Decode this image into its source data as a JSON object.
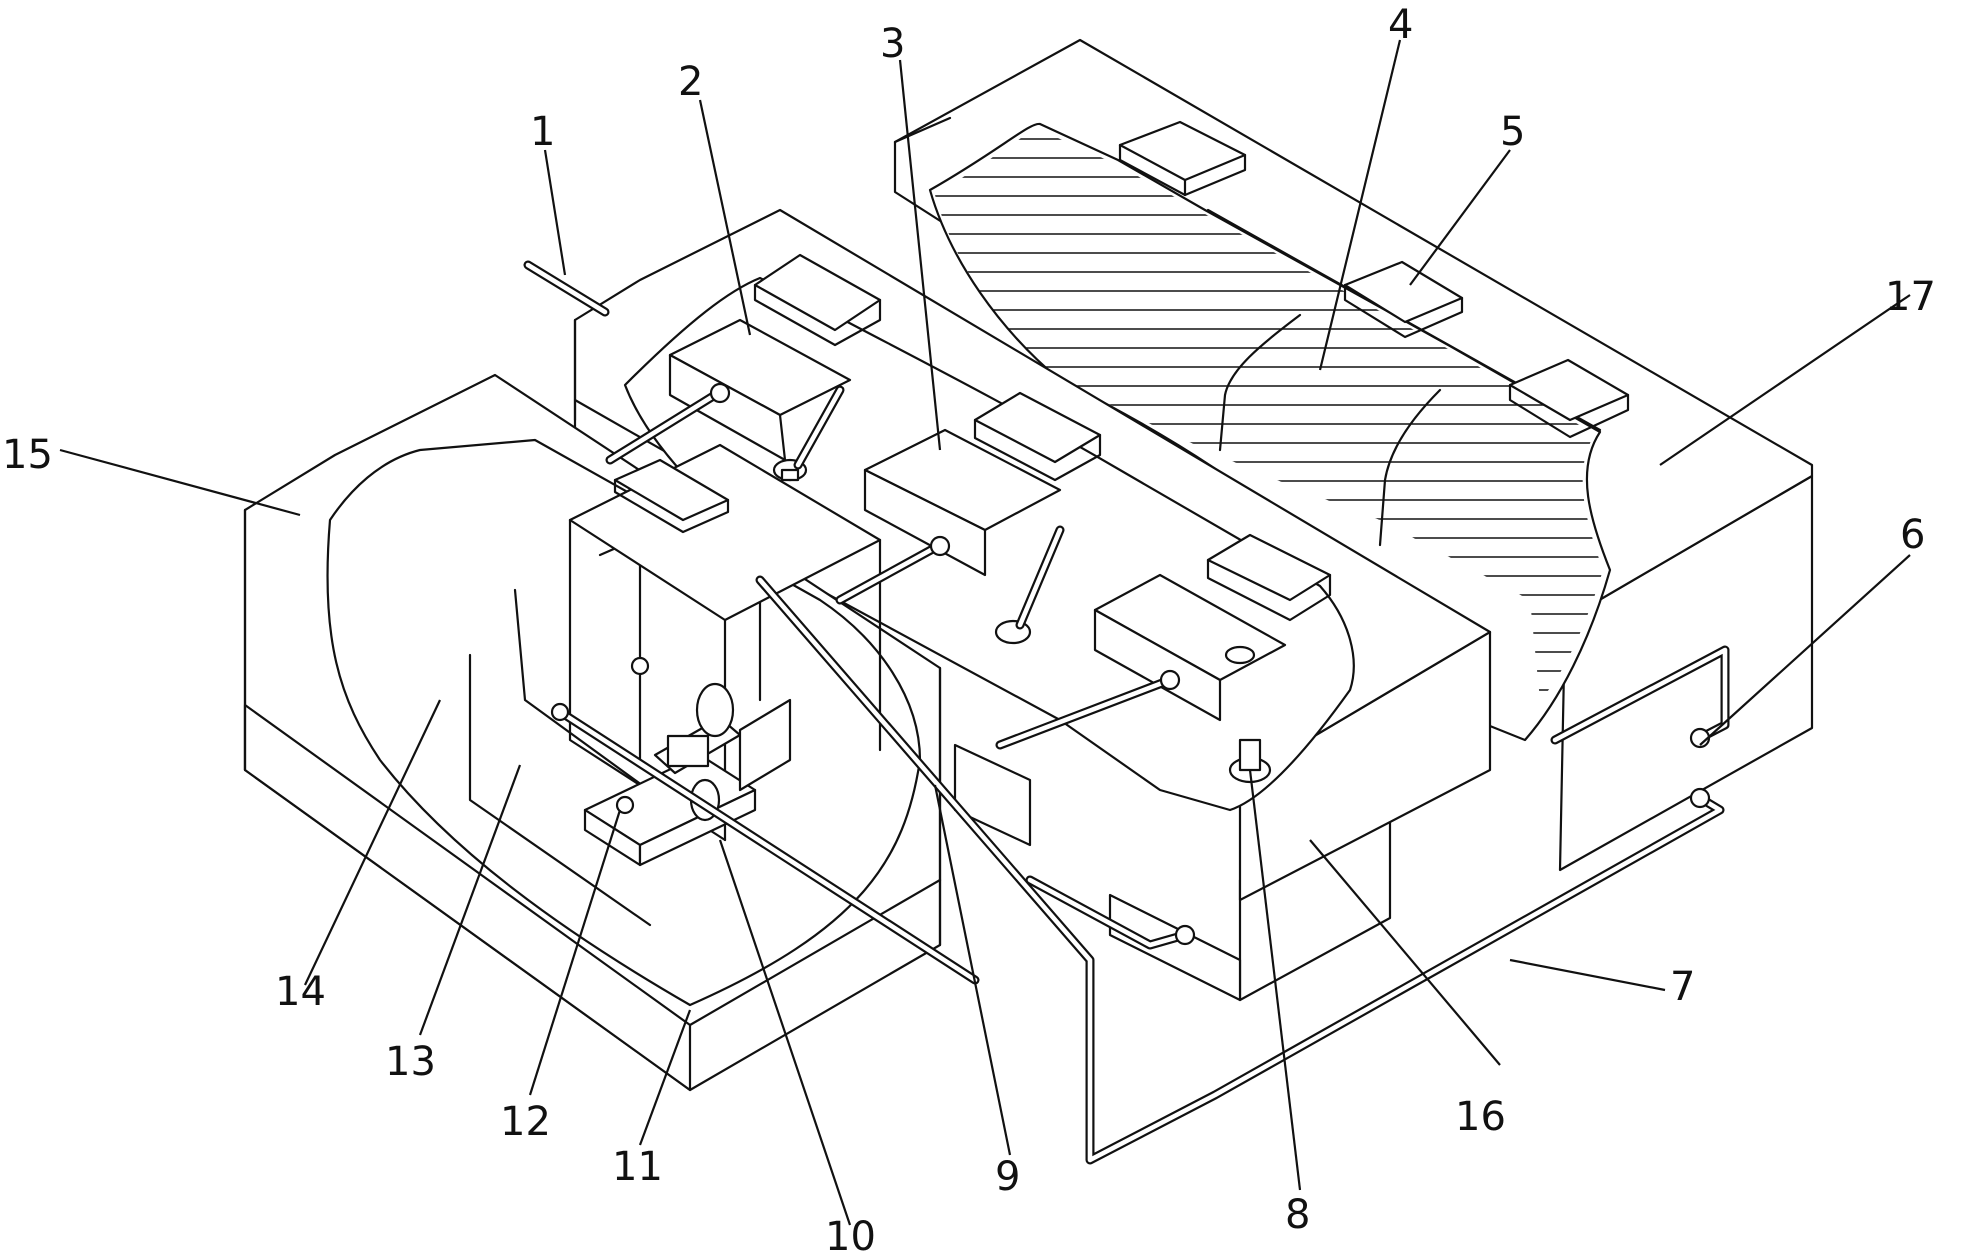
{
  "figure": {
    "callouts": [
      {
        "id": "c1",
        "text": "1"
      },
      {
        "id": "c2",
        "text": "2"
      },
      {
        "id": "c3",
        "text": "3"
      },
      {
        "id": "c4",
        "text": "4"
      },
      {
        "id": "c5",
        "text": "5"
      },
      {
        "id": "c6",
        "text": "6"
      },
      {
        "id": "c7",
        "text": "7"
      },
      {
        "id": "c8",
        "text": "8"
      },
      {
        "id": "c9",
        "text": "9"
      },
      {
        "id": "c10",
        "text": "10"
      },
      {
        "id": "c11",
        "text": "11"
      },
      {
        "id": "c12",
        "text": "12"
      },
      {
        "id": "c13",
        "text": "13"
      },
      {
        "id": "c14",
        "text": "14"
      },
      {
        "id": "c15",
        "text": "15"
      },
      {
        "id": "c16",
        "text": "16"
      },
      {
        "id": "c17",
        "text": "17"
      }
    ],
    "colors": {
      "line": "#111111",
      "paper": "#ffffff"
    }
  }
}
